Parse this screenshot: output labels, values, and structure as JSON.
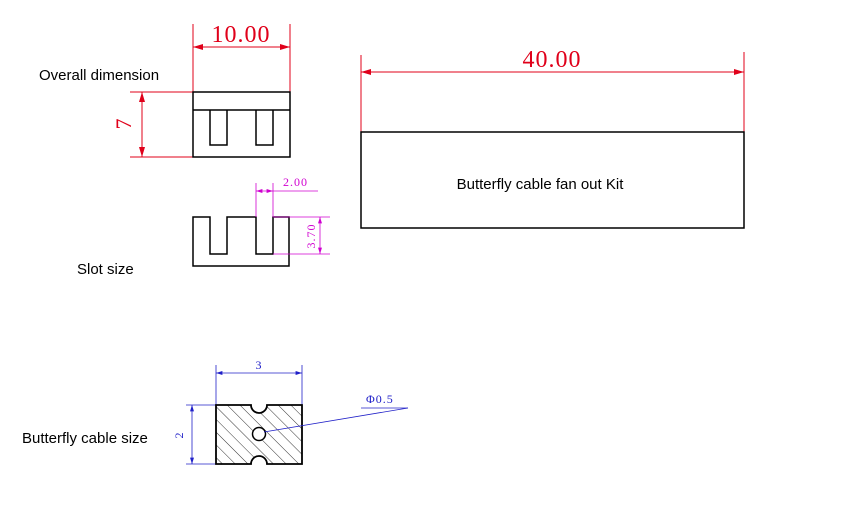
{
  "labels": {
    "overall": "Overall dimension",
    "slot": "Slot size",
    "cable": "Butterfly cable size",
    "kit": "Butterfly cable fan out Kit"
  },
  "dimensions": {
    "overall_width": "10.00",
    "overall_height": "7",
    "kit_length": "40.00",
    "slot_width": "2.00",
    "slot_depth": "3.70",
    "cable_width": "3",
    "cable_height": "2",
    "cable_hole": "Φ0.5"
  },
  "colors": {
    "red_dimension": "#e0001a",
    "magenta_dimension": "#d000d0",
    "blue_dimension": "#2020c8",
    "outline": "#000000"
  }
}
